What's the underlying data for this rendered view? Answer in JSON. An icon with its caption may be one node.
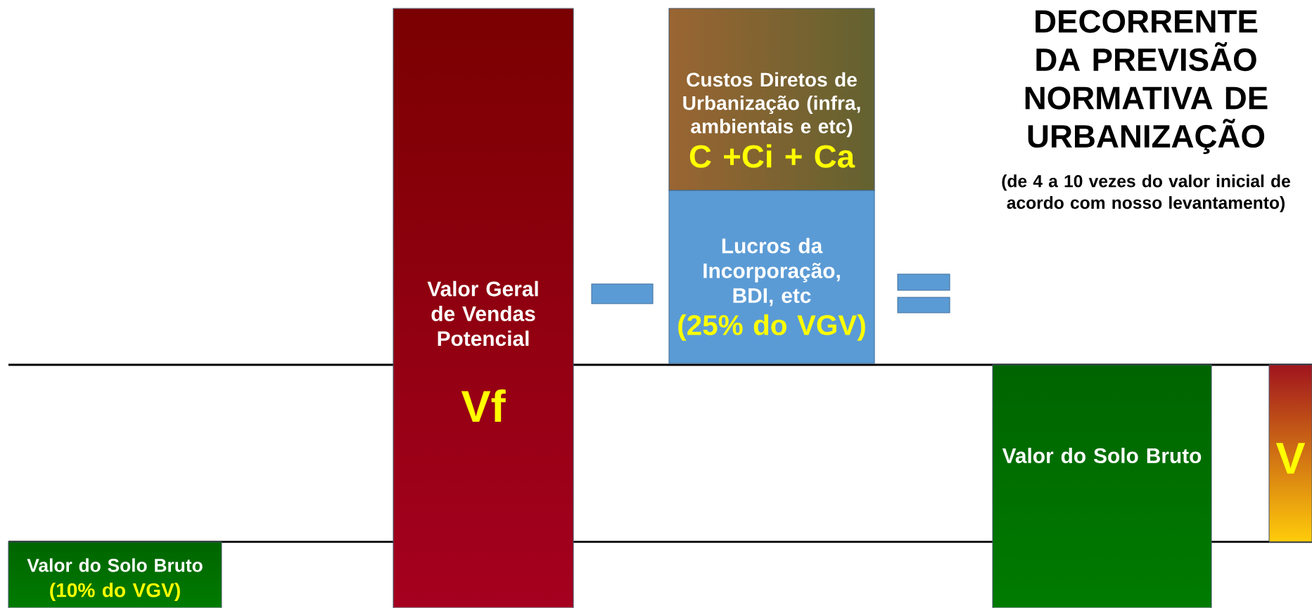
{
  "diagram": {
    "title": "DECORRENTE DA PREVISÃO NORMATIVA DE URBANIZAÇÃO",
    "nodes": [
      {
        "text": [
          "Valor Geral de Vendas Potencial",
          "Vf"
        ]
      },
      {
        "text": [],
        "shape": "bar"
      },
      {
        "text": [
          "Custos Diretos de Urbanização (infra, ambientais e etc)",
          "C +Ci + Ca"
        ]
      },
      {
        "text": [
          "Lucros da Incorporação, BDI, etc",
          "(25% do VGV)"
        ]
      },
      {
        "text": [],
        "shape": "bar"
      },
      {
        "text": [],
        "shape": "bar"
      },
      {
        "text": [
          "Valor do Solo Bruto"
        ]
      },
      {
        "text": [
          "V"
        ]
      },
      {
        "text": [
          "Valor do Solo Bruto",
          "(10% do VGV)"
        ]
      }
    ],
    "labels": [
      "(de 4 a 10 vezes do valor inicial de acordo com nosso levantamento)"
    ]
  }
}
